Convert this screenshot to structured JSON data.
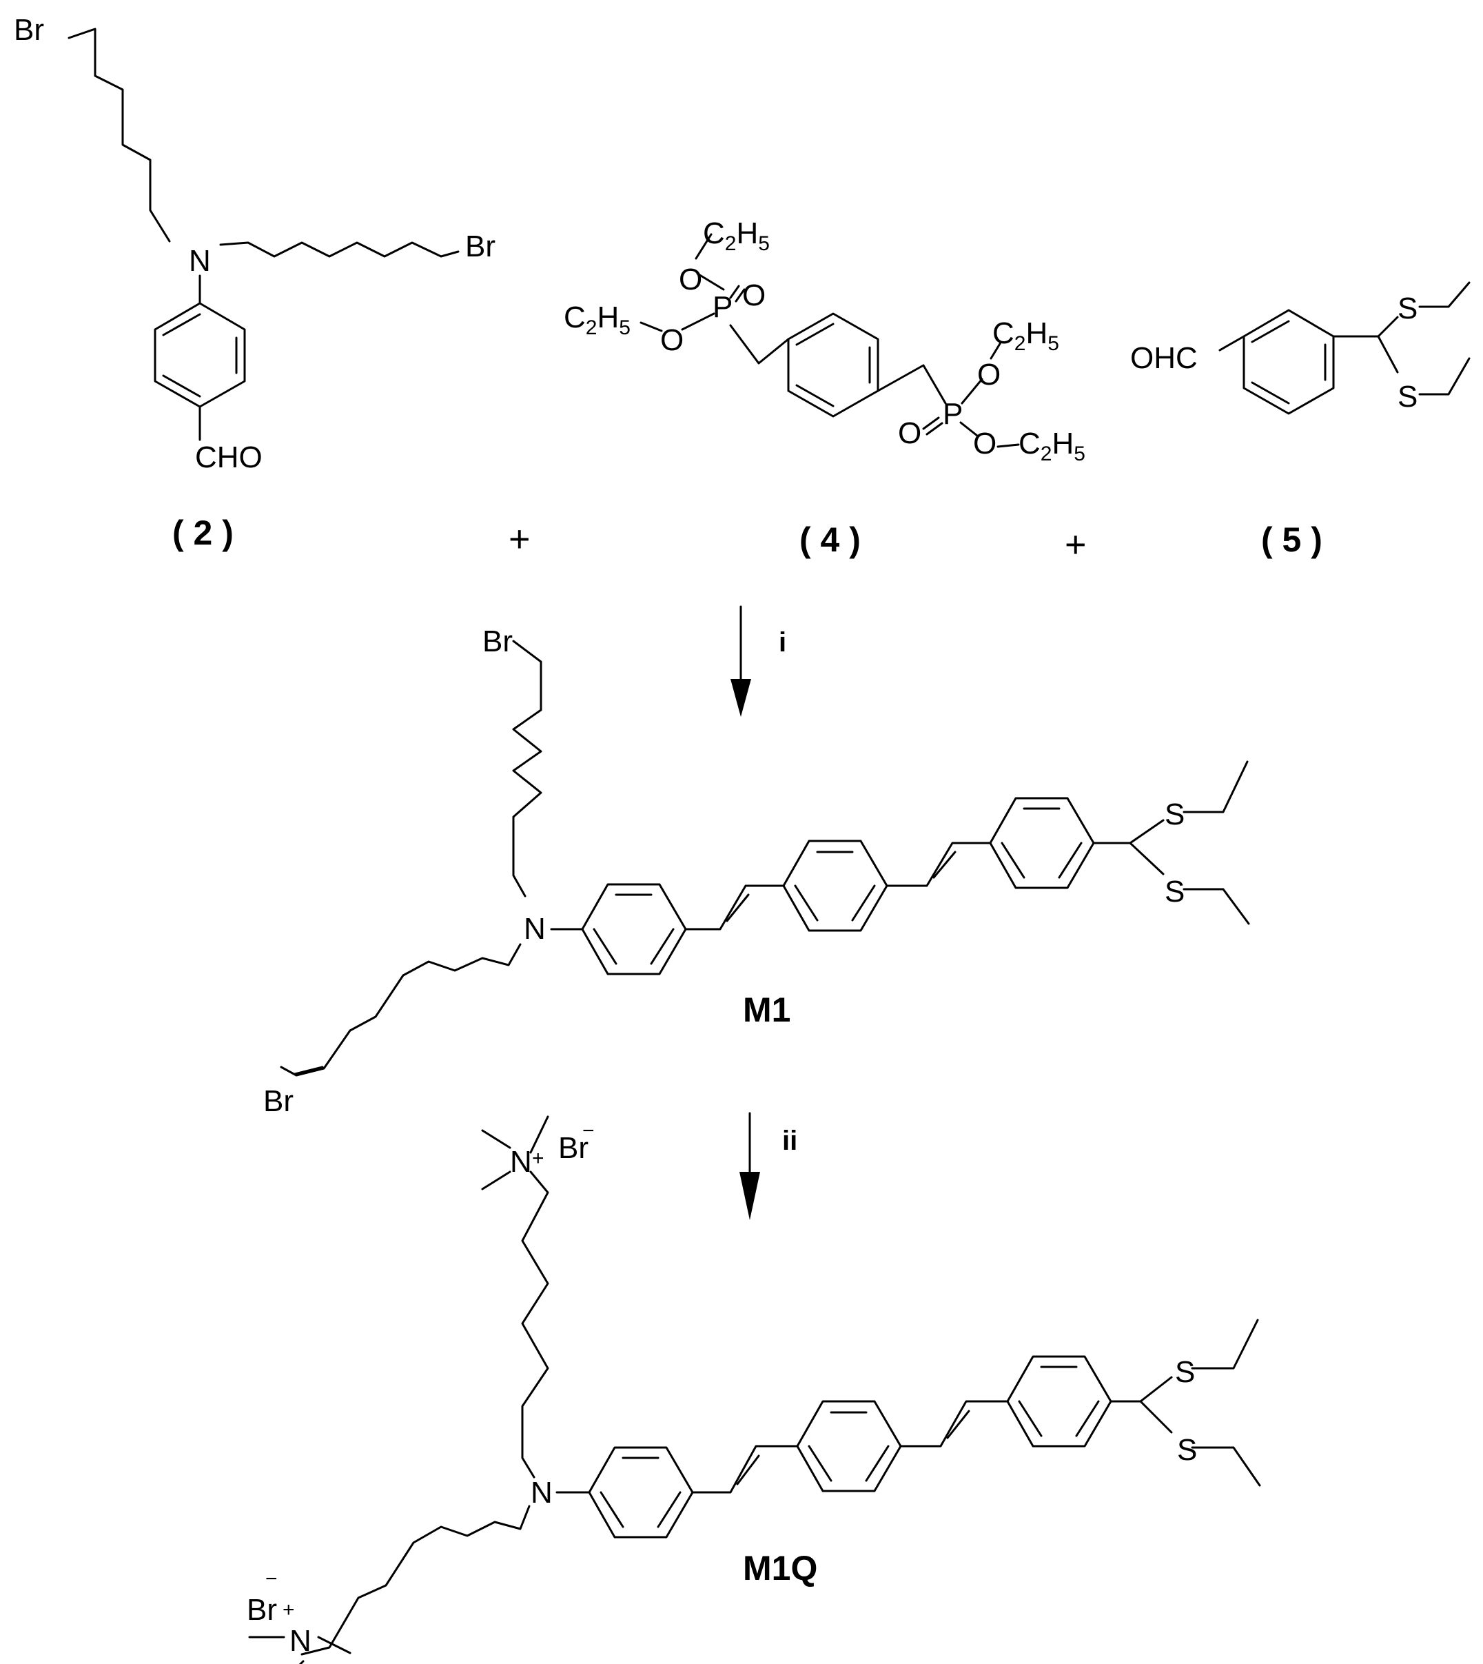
{
  "scheme": {
    "atoms": {
      "br": "Br",
      "n": "N",
      "s": "S",
      "o": "O",
      "p": "P",
      "cho": "CHO",
      "ohc": "OHC",
      "c": "C",
      "h": "H",
      "two": "2",
      "five": "5",
      "plus_charge": "+",
      "minus_charge": "−"
    },
    "compounds": {
      "reactant_2": {
        "label": "( 2 )"
      },
      "reactant_4": {
        "label": "( 4 )"
      },
      "reactant_5": {
        "label": "( 5 )"
      },
      "product_m1": {
        "label": "M1"
      },
      "product_m1q": {
        "label": "M1Q"
      }
    },
    "plus_signs": [
      "+",
      "+"
    ],
    "steps": [
      {
        "condition": "i"
      },
      {
        "condition": "ii"
      }
    ]
  }
}
